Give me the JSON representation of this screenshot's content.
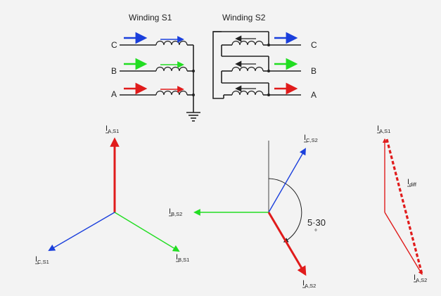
{
  "colors": {
    "phase_a": "#e01b1b",
    "phase_b": "#22dd22",
    "phase_c": "#1a3fdc",
    "wire": "#222222",
    "background": "#f3f3f3"
  },
  "windings": {
    "s1_title": "Winding S1",
    "s2_title": "Winding S2",
    "s1_phases": [
      "C",
      "B",
      "A"
    ],
    "s2_phases": [
      "C",
      "B",
      "A"
    ],
    "s1_icons": [
      "ground-icon"
    ]
  },
  "phasors_s1": {
    "a": {
      "base": "I",
      "sub": "A,S1"
    },
    "b": {
      "base": "I",
      "sub": "B,S1"
    },
    "c": {
      "base": "I",
      "sub": "C,S1"
    }
  },
  "phasors_s2": {
    "a": {
      "base": "I",
      "sub": "A,S2"
    },
    "b": {
      "base": "I",
      "sub": "B,S2"
    },
    "c": {
      "base": "I",
      "sub": "C,S2"
    },
    "shift_label": "5·30",
    "shift_unit": "°"
  },
  "difference": {
    "a1": {
      "base": "I",
      "sub": "A,S1"
    },
    "a2": {
      "base": "I",
      "sub": "A,S2"
    },
    "diff": {
      "base": "I",
      "sub": "diff"
    }
  }
}
